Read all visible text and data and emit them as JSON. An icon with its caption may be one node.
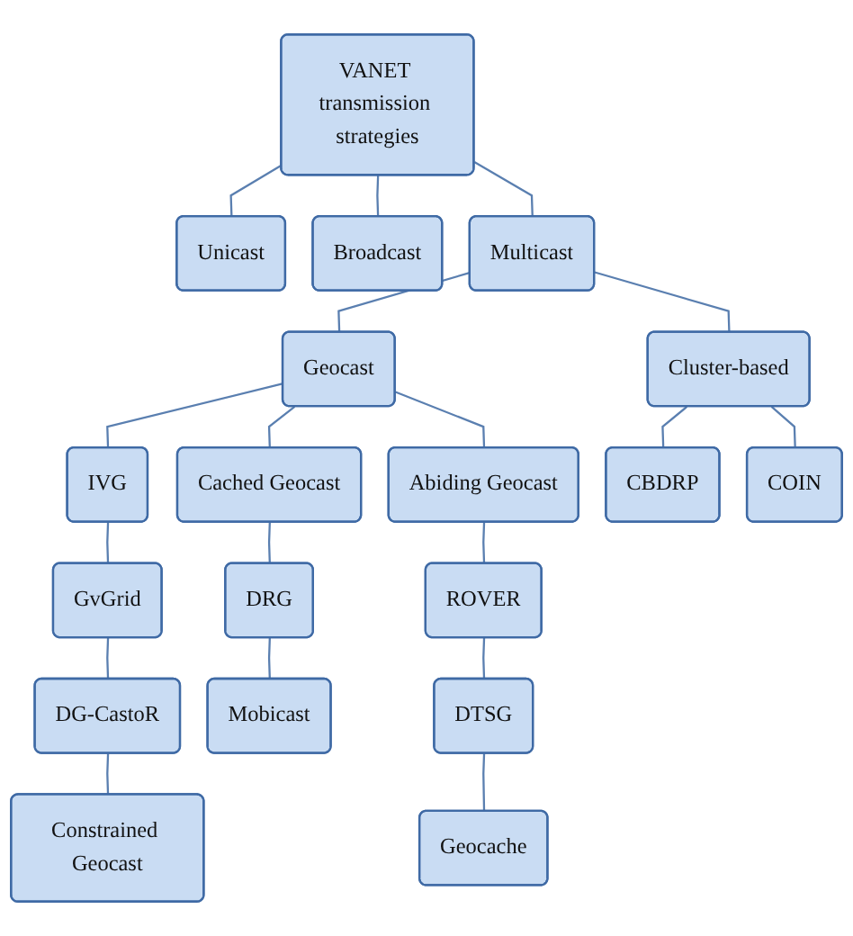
{
  "diagram": {
    "nodes": [
      {
        "text": [
          "VANET transmission strategies"
        ]
      },
      {
        "text": [
          "Unicast"
        ]
      },
      {
        "text": [
          "Broadcast"
        ]
      },
      {
        "text": [
          "Multicast"
        ]
      },
      {
        "text": [
          "Geocast"
        ]
      },
      {
        "text": [
          "Cluster-based"
        ]
      },
      {
        "text": [
          "IVG"
        ]
      },
      {
        "text": [
          "Cached Geocast"
        ]
      },
      {
        "text": [
          "Abiding Geocast"
        ]
      },
      {
        "text": [
          "CBDRP"
        ]
      },
      {
        "text": [
          "COIN"
        ]
      },
      {
        "text": [
          "GvGrid"
        ]
      },
      {
        "text": [
          "DRG"
        ]
      },
      {
        "text": [
          "ROVER"
        ]
      },
      {
        "text": [
          "DG-CastoR"
        ]
      },
      {
        "text": [
          "Mobicast"
        ]
      },
      {
        "text": [
          "DTSG"
        ]
      },
      {
        "text": [
          "Constrained Geocast"
        ]
      },
      {
        "text": [
          "Geocache"
        ]
      }
    ],
    "edges": [
      {
        "from": 0,
        "to": 1,
        "arrow": "none"
      },
      {
        "from": 0,
        "to": 2,
        "arrow": "none"
      },
      {
        "from": 0,
        "to": 3,
        "arrow": "none"
      },
      {
        "from": 3,
        "to": 4,
        "arrow": "none"
      },
      {
        "from": 3,
        "to": 5,
        "arrow": "none"
      },
      {
        "from": 4,
        "to": 6,
        "arrow": "none"
      },
      {
        "from": 4,
        "to": 7,
        "arrow": "none"
      },
      {
        "from": 4,
        "to": 8,
        "arrow": "none"
      },
      {
        "from": 5,
        "to": 9,
        "arrow": "none"
      },
      {
        "from": 5,
        "to": 10,
        "arrow": "none"
      },
      {
        "from": 6,
        "to": 11,
        "arrow": "none"
      },
      {
        "from": 7,
        "to": 12,
        "arrow": "none"
      },
      {
        "from": 8,
        "to": 13,
        "arrow": "none"
      },
      {
        "from": 11,
        "to": 14,
        "arrow": "none"
      },
      {
        "from": 12,
        "to": 15,
        "arrow": "none"
      },
      {
        "from": 13,
        "to": 16,
        "arrow": "none"
      },
      {
        "from": 14,
        "to": 17,
        "arrow": "none"
      },
      {
        "from": 16,
        "to": 18,
        "arrow": "none"
      }
    ]
  }
}
